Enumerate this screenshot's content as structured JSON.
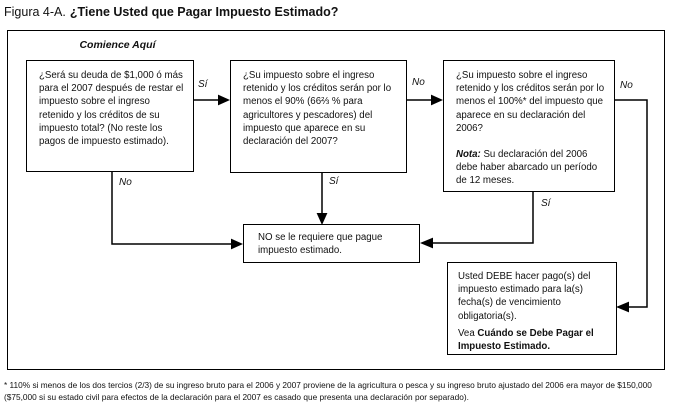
{
  "title": {
    "prefix": "Figura 4-A.",
    "main": "¿Tiene Usted que Pagar Impuesto Estimado?"
  },
  "flowchart": {
    "start_label": "Comience Aquí",
    "boxes": {
      "q1": {
        "text": "¿Será su deuda de $1,000 ó más para el 2007 después de restar el impuesto sobre el ingreso retenido y los créditos de su impuesto total? (No reste los pagos de impuesto estimado)."
      },
      "q2": {
        "text": "¿Su impuesto sobre el ingreso retenido y los créditos serán por lo menos el 90% (66⅔ % para agricultores y pescadores) del impuesto que aparece en su declaración del 2007?"
      },
      "q3": {
        "text": "¿Su impuesto sobre el ingreso retenido y los créditos serán por lo menos el 100%* del impuesto que aparece en su declaración del 2006?",
        "note_label": "Nota:",
        "note_text": " Su declaración del 2006 debe haber abarcado un período de 12 meses."
      },
      "result_no": {
        "text": "NO se le requiere que pague impuesto estimado."
      },
      "result_yes": {
        "text": "Usted DEBE hacer pago(s) del impuesto estimado para la(s) fecha(s) de vencimiento obligatoria(s).",
        "see_prefix": "Vea ",
        "see_reference": "Cuándo se Debe Pagar el Impuesto Estimado."
      }
    },
    "labels": {
      "yes1": "Sí",
      "no1": "No",
      "yes2": "Sí",
      "no2": "No",
      "yes3": "Sí",
      "no3": "No"
    }
  },
  "footnote": "* 110% si menos de los dos tercios (2/3) de su ingreso bruto para el 2006 y 2007 proviene de la agricultura o pesca y su ingreso bruto ajustado del 2006 era mayor de $150,000 ($75,000 si su estado civil para efectos de la declaración para el 2007 es casado que presenta una declaración por separado).",
  "colors": {
    "ink": "#111111",
    "line": "#000000",
    "background": "#ffffff"
  }
}
